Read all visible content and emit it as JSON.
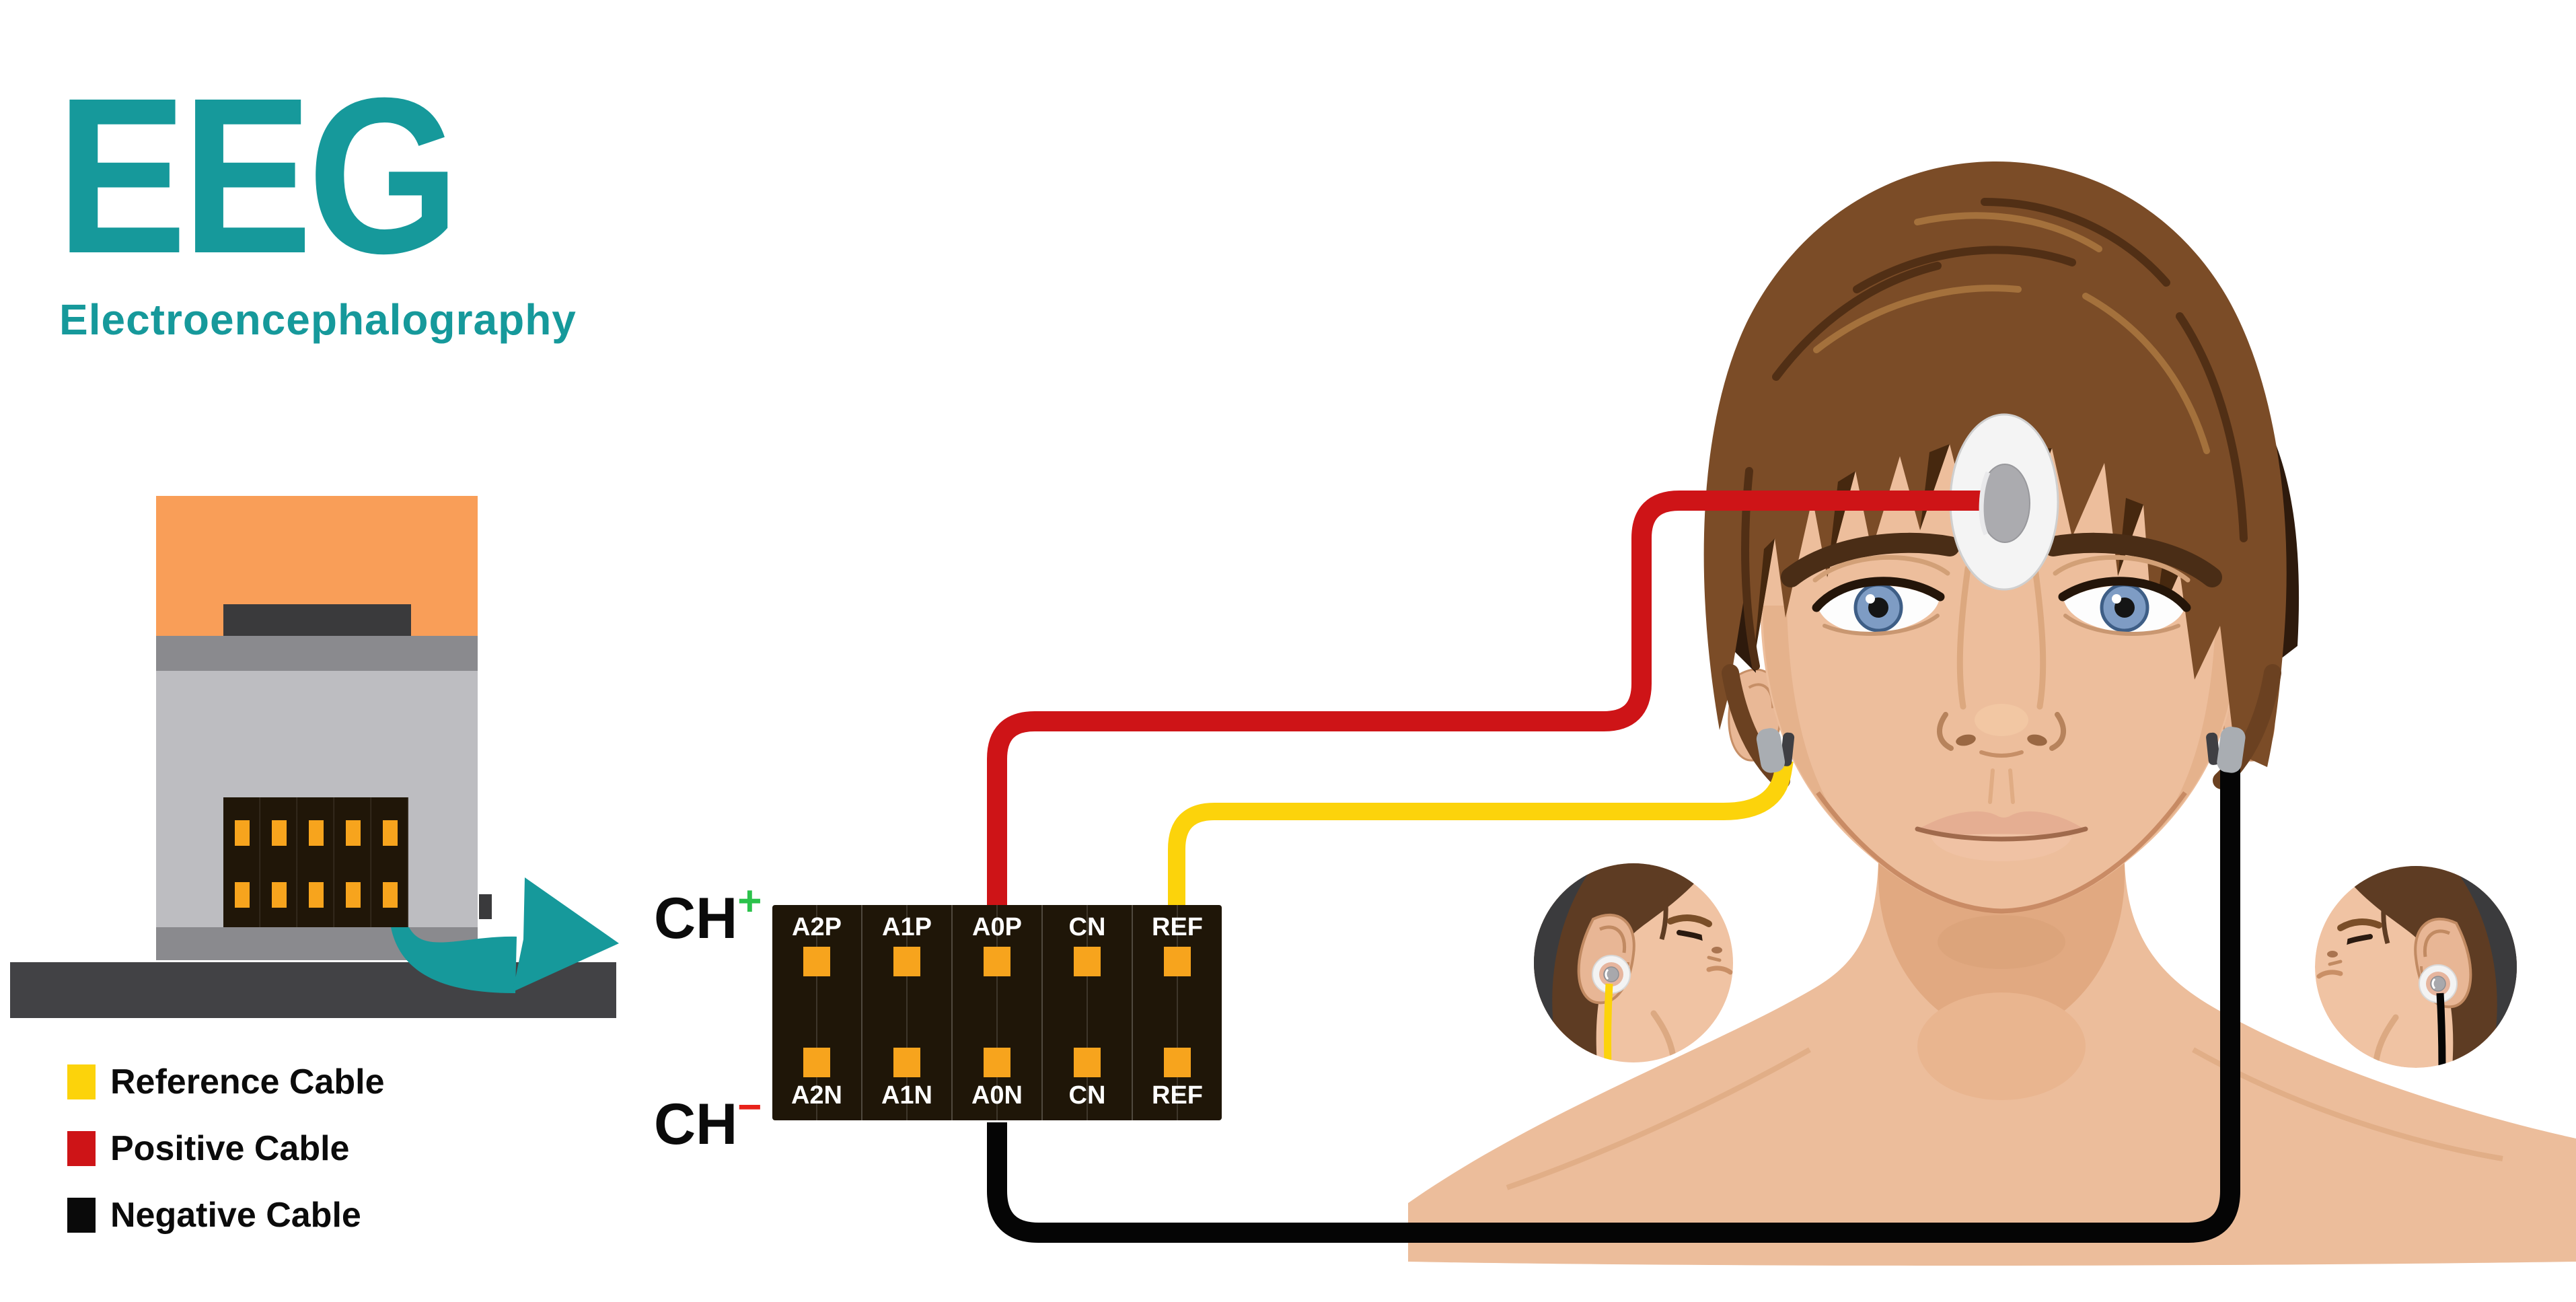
{
  "header": {
    "title": "EEG",
    "subtitle": "Electroencephalography"
  },
  "legend": {
    "items": [
      {
        "label": "Reference Cable",
        "color": "#FCD30B"
      },
      {
        "label": "Positive Cable",
        "color": "#CE1417"
      },
      {
        "label": "Negative Cable",
        "color": "#0A0A0A"
      }
    ]
  },
  "channels": {
    "positive": {
      "label": "CH",
      "sign": "+"
    },
    "negative": {
      "label": "CH",
      "sign": "−"
    }
  },
  "connector": {
    "top_pins": [
      "A2P",
      "A1P",
      "A0P",
      "CN",
      "REF"
    ],
    "bottom_pins": [
      "A2N",
      "A1N",
      "A0N",
      "CN",
      "REF"
    ]
  },
  "colors": {
    "accent_teal": "#16999B",
    "reference_cable": "#FCD30B",
    "positive_cable": "#CE1417",
    "negative_cable": "#0A0A0A",
    "pin_orange": "#F7A41D",
    "device_orange": "#F99E58",
    "skin": "#EDBE9C"
  }
}
